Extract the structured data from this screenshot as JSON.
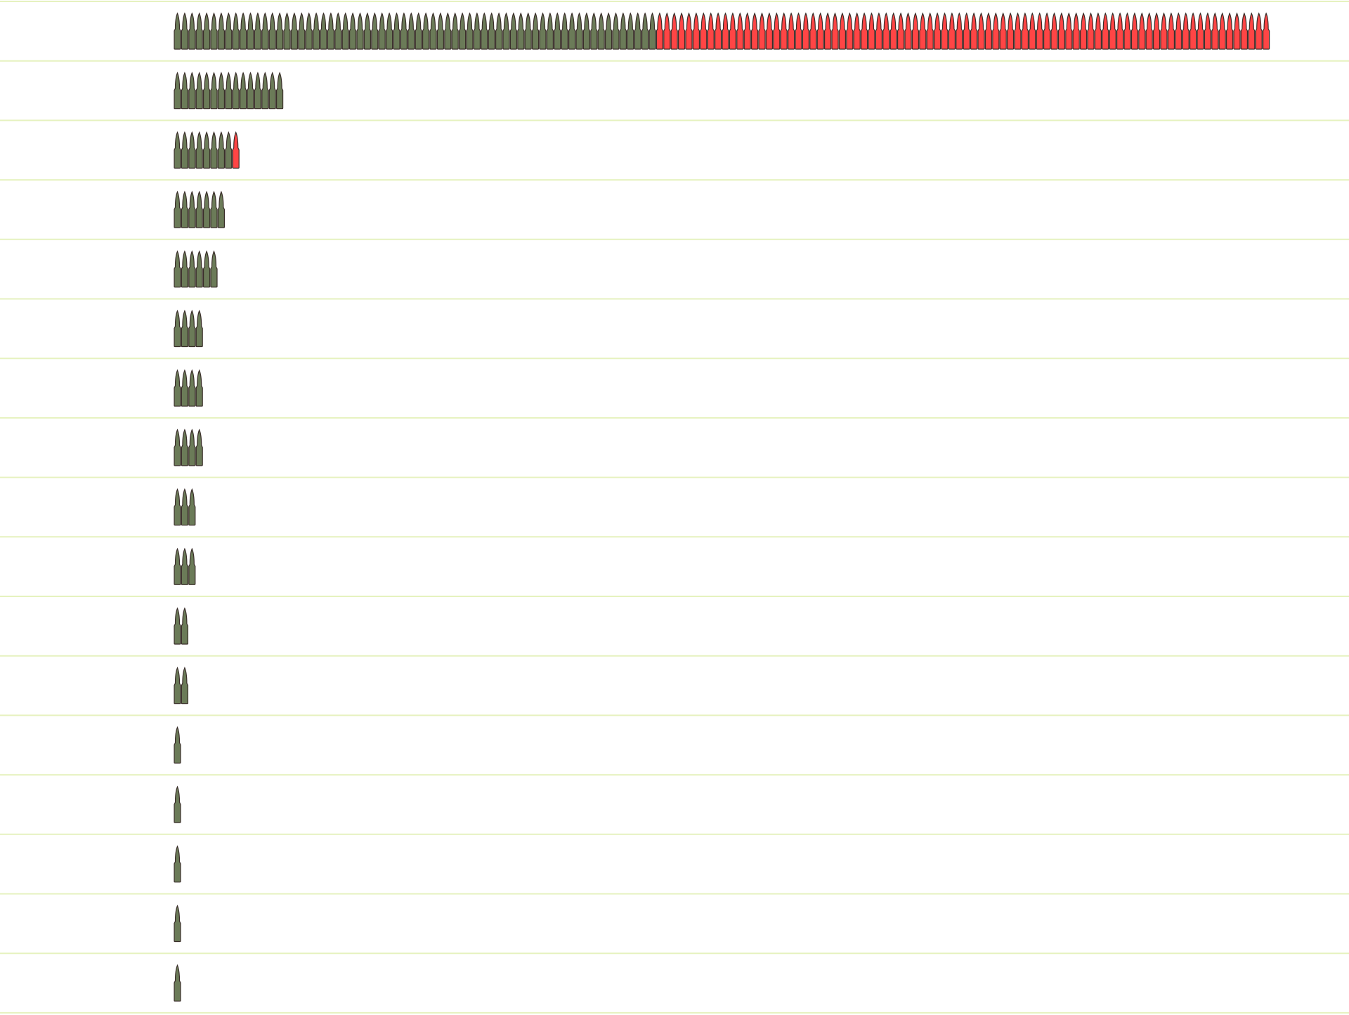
{
  "chart_data": {
    "type": "pictograph",
    "title": "",
    "xlabel": "",
    "ylabel": "",
    "unit_icon": "bullet-icon",
    "grid": true,
    "series": [
      {
        "name": "primary",
        "color": "#6b7b58"
      },
      {
        "name": "highlight",
        "color": "#ff4545"
      }
    ],
    "rows": [
      {
        "primary": 66,
        "highlight": 84
      },
      {
        "primary": 15,
        "highlight": 0
      },
      {
        "primary": 8,
        "highlight": 1
      },
      {
        "primary": 7,
        "highlight": 0
      },
      {
        "primary": 6,
        "highlight": 0
      },
      {
        "primary": 4,
        "highlight": 0
      },
      {
        "primary": 4,
        "highlight": 0
      },
      {
        "primary": 4,
        "highlight": 0
      },
      {
        "primary": 3,
        "highlight": 0
      },
      {
        "primary": 3,
        "highlight": 0
      },
      {
        "primary": 2,
        "highlight": 0
      },
      {
        "primary": 2,
        "highlight": 0
      },
      {
        "primary": 1,
        "highlight": 0
      },
      {
        "primary": 1,
        "highlight": 0
      },
      {
        "primary": 1,
        "highlight": 0
      },
      {
        "primary": 1,
        "highlight": 0
      },
      {
        "primary": 1,
        "highlight": 0
      }
    ],
    "gridline_color": "#e6f2bf",
    "outline_color": "#3a2e2a"
  }
}
